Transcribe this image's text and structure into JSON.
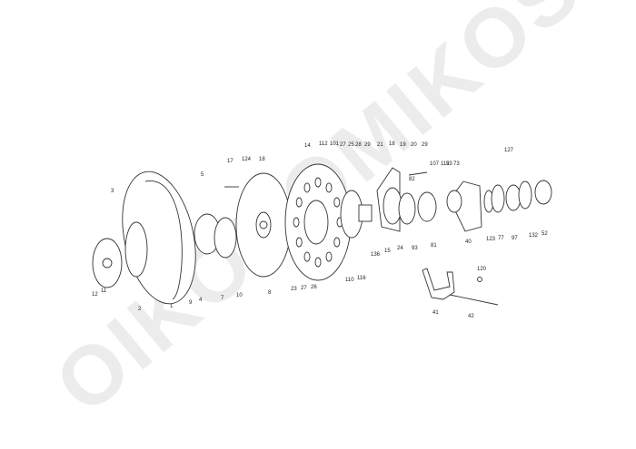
{
  "diagram": {
    "watermark": "OIKONOMIKOS",
    "labels": [
      "3",
      "12",
      "11",
      "2",
      "1",
      "9",
      "4",
      "7",
      "10",
      "8",
      "5",
      "17",
      "124",
      "18",
      "23",
      "27",
      "26",
      "14",
      "112",
      "101",
      "27",
      "25",
      "28",
      "29",
      "21",
      "18",
      "19",
      "20",
      "29",
      "107",
      "112",
      "53",
      "73",
      "82",
      "15",
      "24",
      "93",
      "81",
      "40",
      "123",
      "77",
      "97",
      "132",
      "52",
      "127",
      "136",
      "110",
      "116",
      "120",
      "41",
      "42"
    ]
  }
}
